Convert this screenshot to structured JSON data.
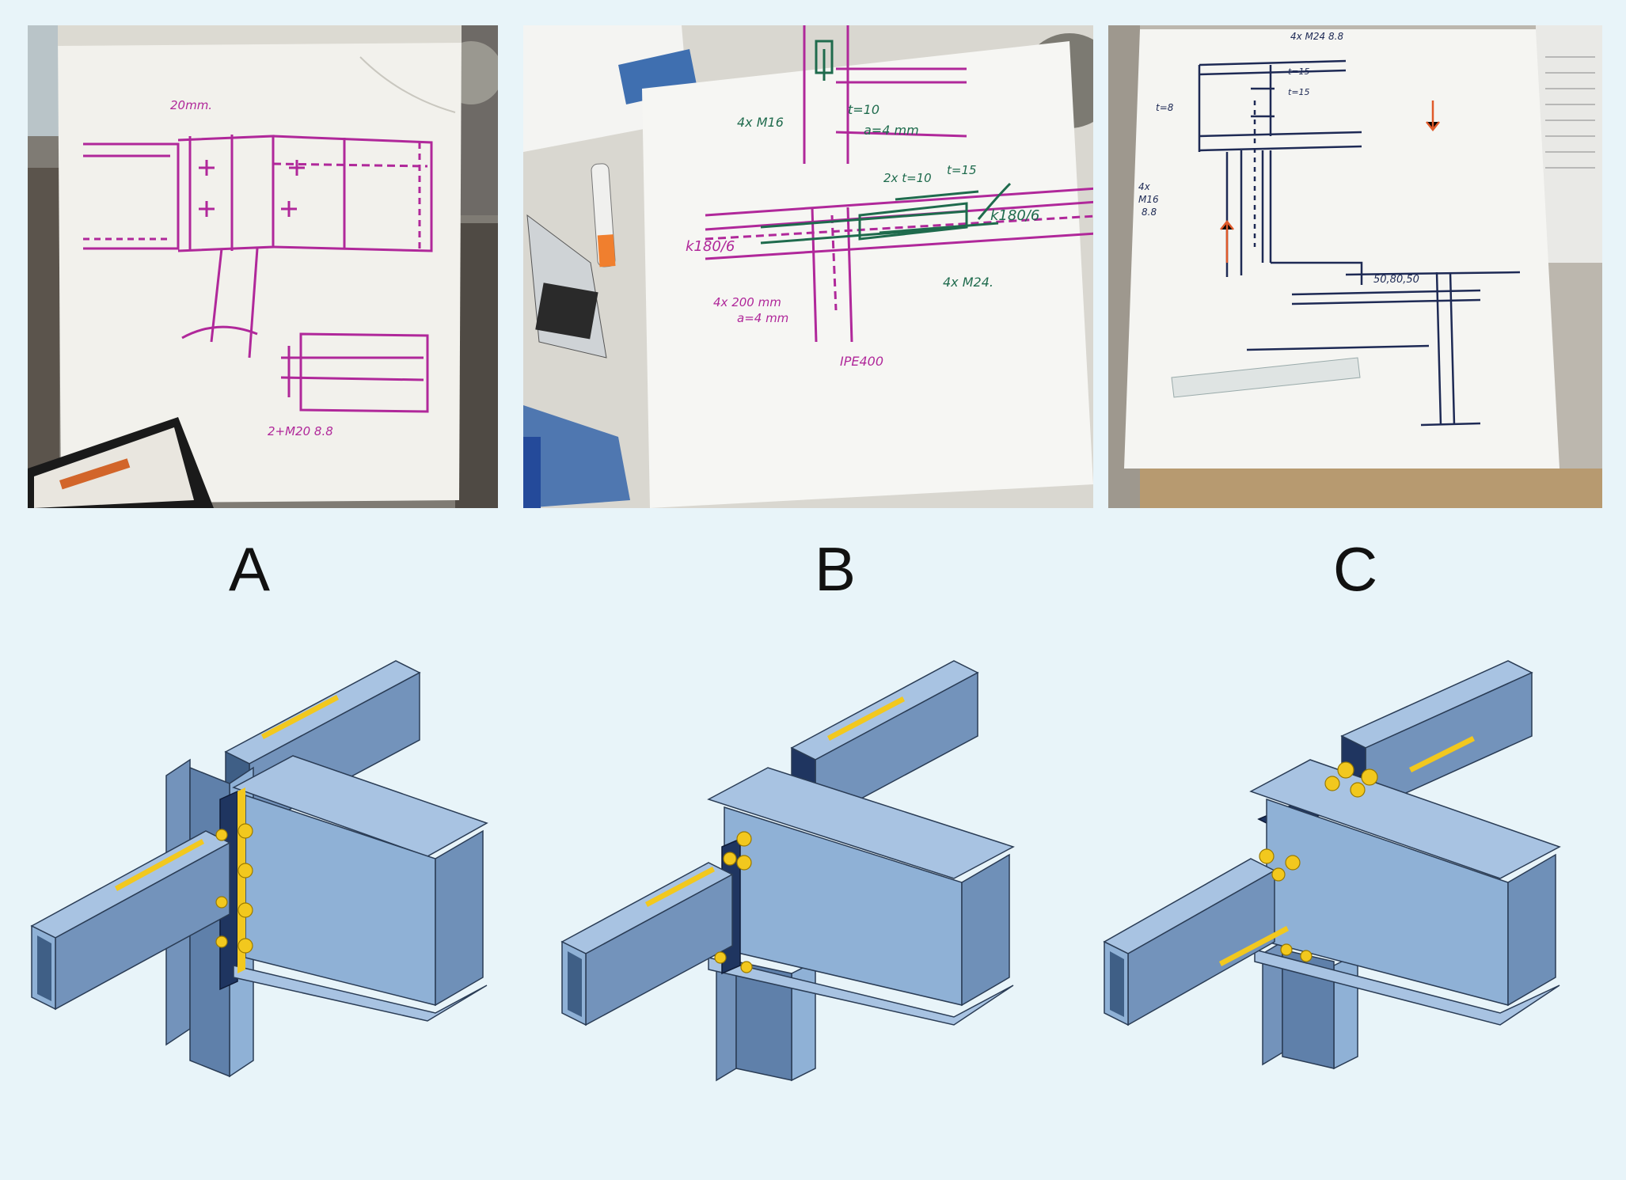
{
  "panels": [
    {
      "id": "A",
      "label": "A",
      "sketch_notes": [
        "20mm.",
        "2+M20 8.8"
      ]
    },
    {
      "id": "B",
      "label": "B",
      "sketch_notes": [
        "4x M16",
        "t=10",
        "a=4 mm",
        "2x t=10",
        "t=15",
        "k180/6",
        "k180/6",
        "4x 200 mm",
        "a=4 mm",
        "4x M24.",
        "IPE400"
      ]
    },
    {
      "id": "C",
      "label": "C",
      "sketch_notes": [
        "4x M24 8.8",
        "t=15",
        "t=15",
        "t=8",
        "4x",
        "M16",
        "8.8",
        "50,80,50"
      ]
    }
  ],
  "colors": {
    "background": "#e8f4f9",
    "steel_light": "#8fb1d6",
    "steel_mid": "#6f90b8",
    "steel_dark": "#3f5f86",
    "plate_dark": "#1f3560",
    "bolt": "#f2c81e",
    "sketch_magenta": "#b0289a",
    "sketch_green": "#1f6b4d",
    "sketch_navy": "#1e2a55"
  }
}
